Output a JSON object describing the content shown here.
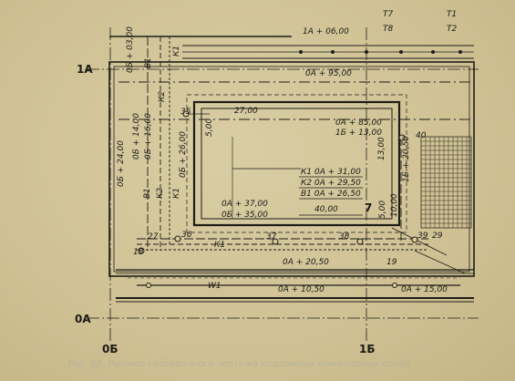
{
  "axes": {
    "row_1A": "1A",
    "row_0A": "0A",
    "col_0B": "0Б",
    "col_1B": "1Б"
  },
  "trusses": {
    "t7": "Т7",
    "t8": "Т8",
    "t1": "Т1",
    "t2": "Т2"
  },
  "elevations": {
    "e_1a_06": "1А + 06,00",
    "e_0a_95": "0А + 95,00",
    "e_0b_03": "0Б + 03,00",
    "e_0b_24": "0Б + 24,00",
    "e_0b_14": "0Б + 14,00",
    "e_0b_16": "0Б + 16,00",
    "e_0b_26": "0Б + 26,00",
    "e_0a_85": "0А + 85,00",
    "e_1b_13": "1Б + 13,00",
    "e_1b_20": "1Б + 20,50",
    "e_0a_37": "0А + 37,00",
    "e_0b_35": "0Б + 35,00",
    "e_0a_20": "0А + 20,50",
    "e_0a_10": "0А + 10,50",
    "e_0a_15": "0А + 15,00"
  },
  "dims": {
    "d27": "27,00",
    "d5": "5,00",
    "d13": "13,00",
    "d40": "40,00",
    "d5b": "5,00",
    "d10": "10,00"
  },
  "table": {
    "r1": "К1  0А + 31,00",
    "r2": "К2  0А + 29,50",
    "r3": "В1  0А + 26,50",
    "r4": "40,00"
  },
  "pipes": {
    "k1": "К1",
    "k2": "К2",
    "b1": "В1",
    "w1": "W1",
    "k1b": "К1",
    "k2b": "К2",
    "b1b": "В1",
    "k1c": "К1"
  },
  "nodes": {
    "n35": "35",
    "n40": "40",
    "n36": "36",
    "n37": "37",
    "n38": "38",
    "n39": "39",
    "n29": "29",
    "n18": "18",
    "n27": "27",
    "n19": "19",
    "n7": "7"
  },
  "caption": "Рис. 68. Пример разбивочного чертежа подземных инженерных сетей"
}
